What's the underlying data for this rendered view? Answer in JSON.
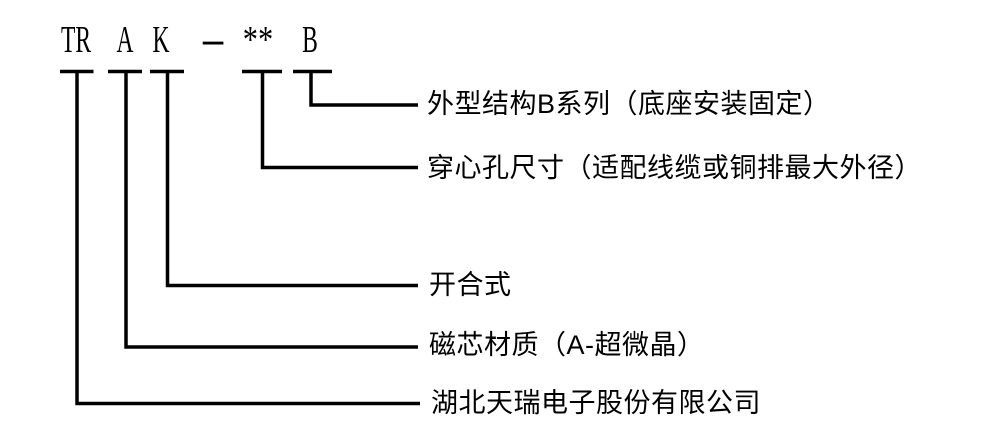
{
  "model_code": {
    "full": "TR A K - ** B",
    "segments": {
      "tr": "TR",
      "a": "A",
      "k": "K",
      "dash": "-",
      "stars": "**",
      "b": "B"
    }
  },
  "legend": {
    "structure": "外型结构B系列（底座安装固定）",
    "hole_size": "穿心孔尺寸（适配线缆或铜排最大外径）",
    "split_core": "开合式",
    "core_material": "磁芯材质（A-超微晶）",
    "company": "湖北天瑞电子股份有限公司"
  },
  "colors": {
    "line": "#000000",
    "text": "#000000",
    "background": "#ffffff"
  }
}
